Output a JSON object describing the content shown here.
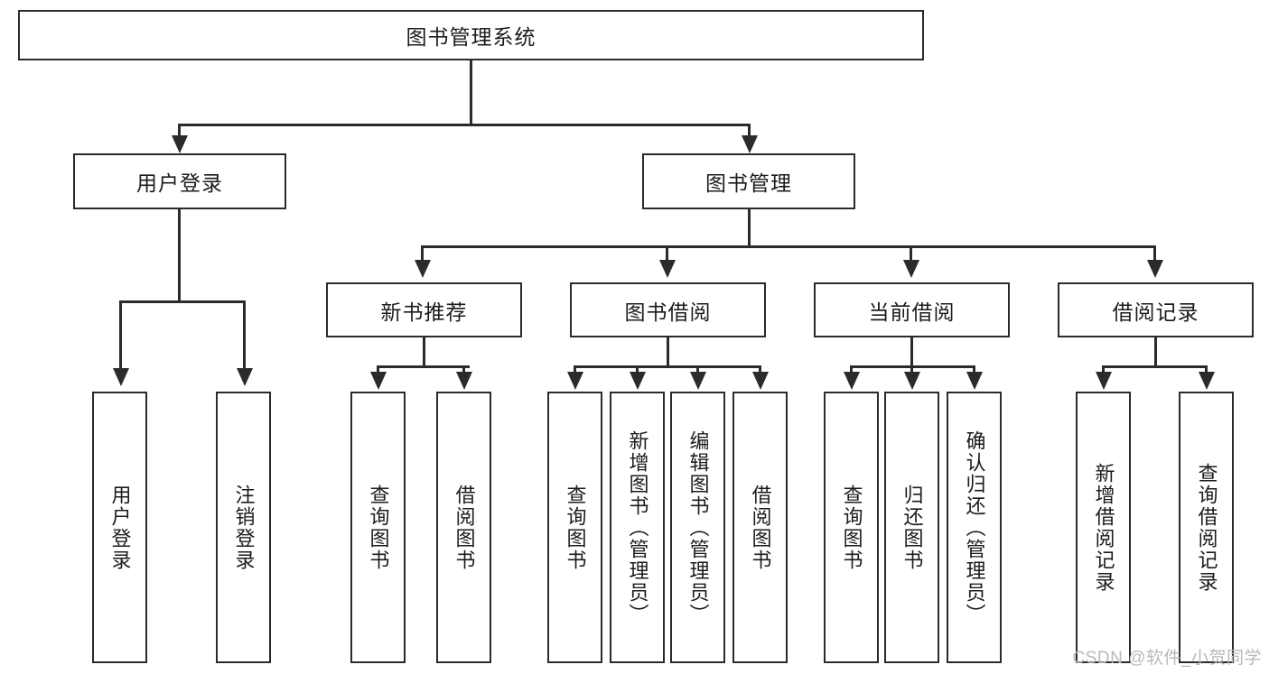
{
  "diagram": {
    "type": "hierarchy-tree",
    "title": "图书管理系统",
    "watermark": "CSDN @软件_小贺同学",
    "colors": {
      "stroke": "#2b2b2b",
      "background": "#ffffff",
      "text": "#1c1c1c",
      "watermark": "#b9b9b9"
    },
    "root": {
      "label": "图书管理系统"
    },
    "level2": [
      {
        "label": "用户登录"
      },
      {
        "label": "图书管理"
      }
    ],
    "level3": [
      {
        "label": "新书推荐"
      },
      {
        "label": "图书借阅"
      },
      {
        "label": "当前借阅"
      },
      {
        "label": "借阅记录"
      }
    ],
    "leaves": {
      "user_login": [
        {
          "label": "用户登录"
        },
        {
          "label": "注销登录"
        }
      ],
      "new_book_recommend": [
        {
          "label": "查询图书"
        },
        {
          "label": "借阅图书"
        }
      ],
      "book_borrow": [
        {
          "label": "查询图书"
        },
        {
          "label": "新增图书（管理员）"
        },
        {
          "label": "编辑图书（管理员）"
        },
        {
          "label": "借阅图书"
        }
      ],
      "current_borrow": [
        {
          "label": "查询图书"
        },
        {
          "label": "归还图书"
        },
        {
          "label": "确认归还（管理员）"
        }
      ],
      "borrow_record": [
        {
          "label": "新增借阅记录"
        },
        {
          "label": "查询借阅记录"
        }
      ]
    }
  }
}
